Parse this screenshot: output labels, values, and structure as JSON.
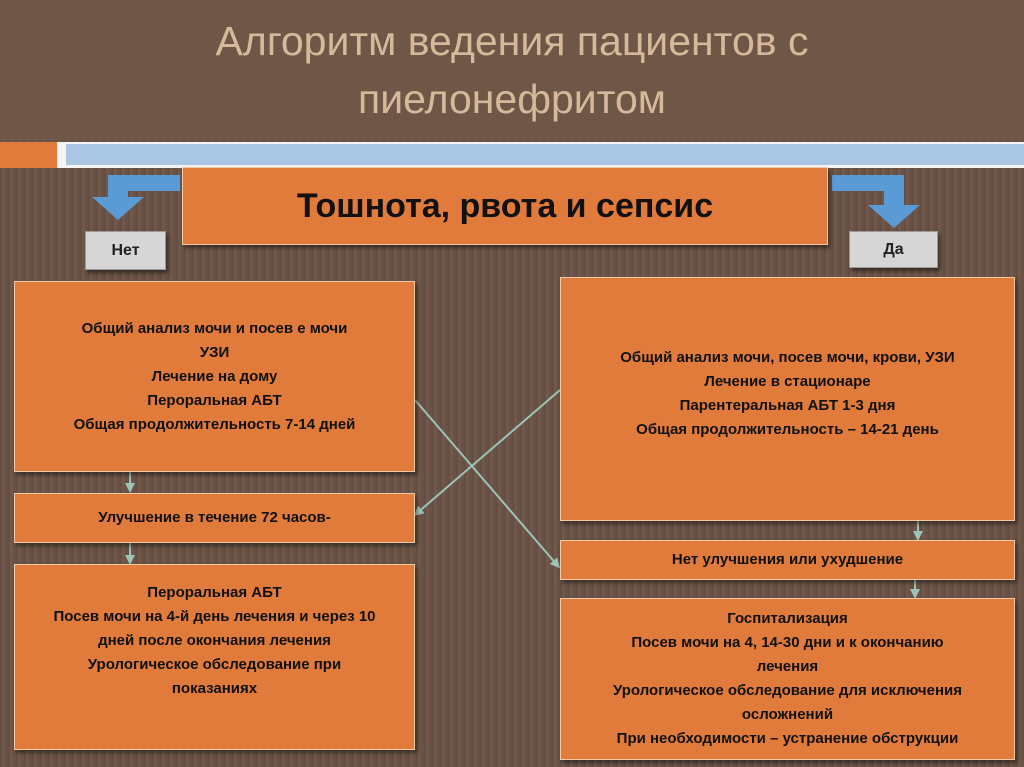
{
  "slide": {
    "title_line1": "Алгоритм ведения пациентов с",
    "title_line2": "пиелонефритом"
  },
  "question": {
    "label": "Тошнота,  рвота и сепсис"
  },
  "answers": {
    "no": "Нет",
    "yes": "Да"
  },
  "left_branch": {
    "initial": [
      "Общий анализ мочи и посев е мочи",
      "УЗИ",
      "Лечение на дому",
      "Пероральная АБТ",
      "Общая продолжительность  7-14 дней"
    ],
    "improvement": "Улучшение в течение 72 часов-",
    "followup": [
      "Пероральная АБТ",
      "Посев мочи на 4-й день лечения и через 10",
      "дней после окончания лечения",
      "Урологическое обследование при",
      "показаниях"
    ]
  },
  "right_branch": {
    "initial": [
      "Общий анализ мочи, посев мочи, крови, УЗИ",
      "Лечение в стационаре",
      "Парентеральная АБТ 1-3 дня",
      "Общая продолжительность – 14-21 день"
    ],
    "no_improvement": "Нет улучшения или ухудшение",
    "hospitalization": [
      "Госпитализация",
      "Посев мочи на 4, 14-30 дни и к окончанию",
      "лечения",
      "Урологическое обследование для исключения",
      "осложнений",
      "При необходимости – устранение обструкции"
    ]
  },
  "colors": {
    "box_fill": "#e07b3b",
    "arrow_blue": "#5b9bd5",
    "connector": "#9cc3b6",
    "title_text": "#d6b89a",
    "tag_fill": "#d6d6d6"
  }
}
